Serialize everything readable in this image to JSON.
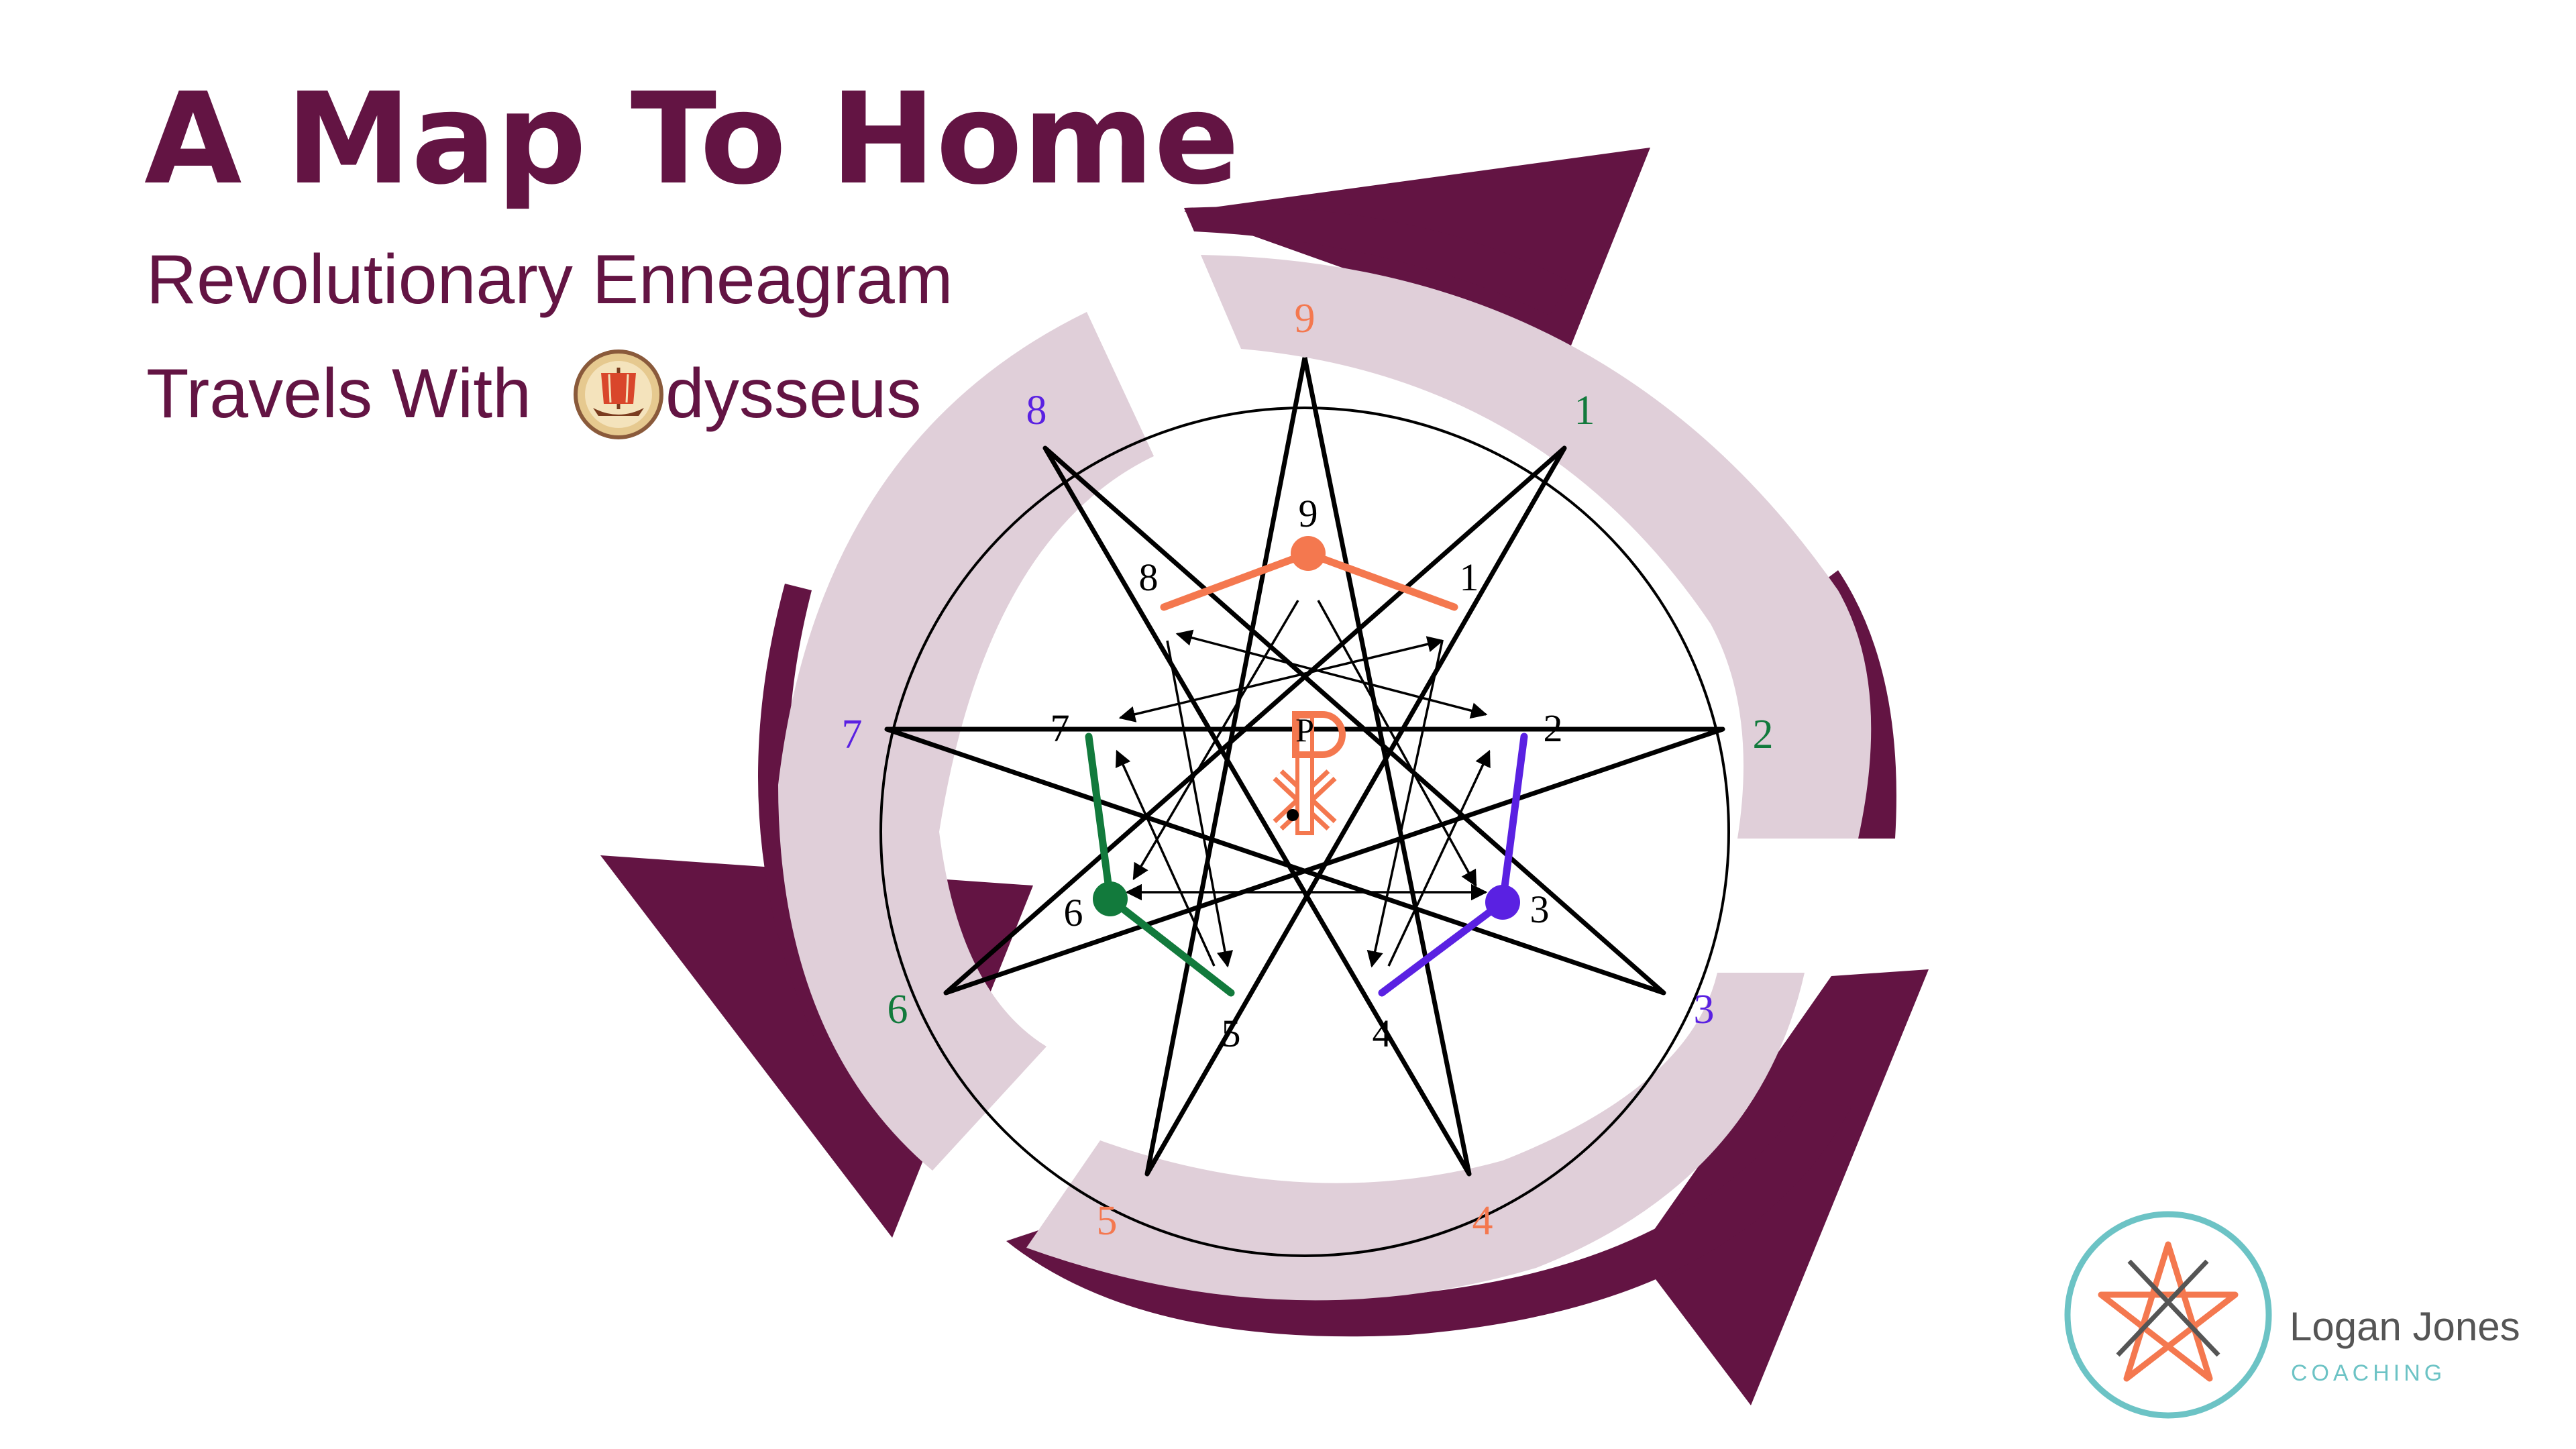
{
  "header": {
    "title": "A Map To Home",
    "subtitle_line1": "Revolutionary Enneagram",
    "subtitle_line2_pre": "Travels With",
    "subtitle_line2_post": "dysseus"
  },
  "colors": {
    "title": "#631443",
    "arrow_dark": "#631443",
    "arrow_light": "#e0cfd9",
    "type_orange": "#f4784f",
    "type_green": "#127a3c",
    "type_purple": "#5a21e2",
    "line": "#000000",
    "logo_teal": "#6cc3c5"
  },
  "outer_labels": [
    {
      "text": "9",
      "color": "orange"
    },
    {
      "text": "1",
      "color": "green"
    },
    {
      "text": "2",
      "color": "green"
    },
    {
      "text": "3",
      "color": "purple"
    },
    {
      "text": "4",
      "color": "orange"
    },
    {
      "text": "5",
      "color": "orange"
    },
    {
      "text": "6",
      "color": "green"
    },
    {
      "text": "7",
      "color": "purple"
    },
    {
      "text": "8",
      "color": "purple"
    }
  ],
  "inner_labels": [
    "9",
    "1",
    "2",
    "3",
    "4",
    "5",
    "6",
    "7",
    "8"
  ],
  "center_symbol_icon": "chi-rho-icon",
  "odysseus_icon": "ship-medallion-icon",
  "logo": {
    "name": "Logan Jones",
    "tagline": "COACHING",
    "icon": "enneagram-logo-icon"
  }
}
